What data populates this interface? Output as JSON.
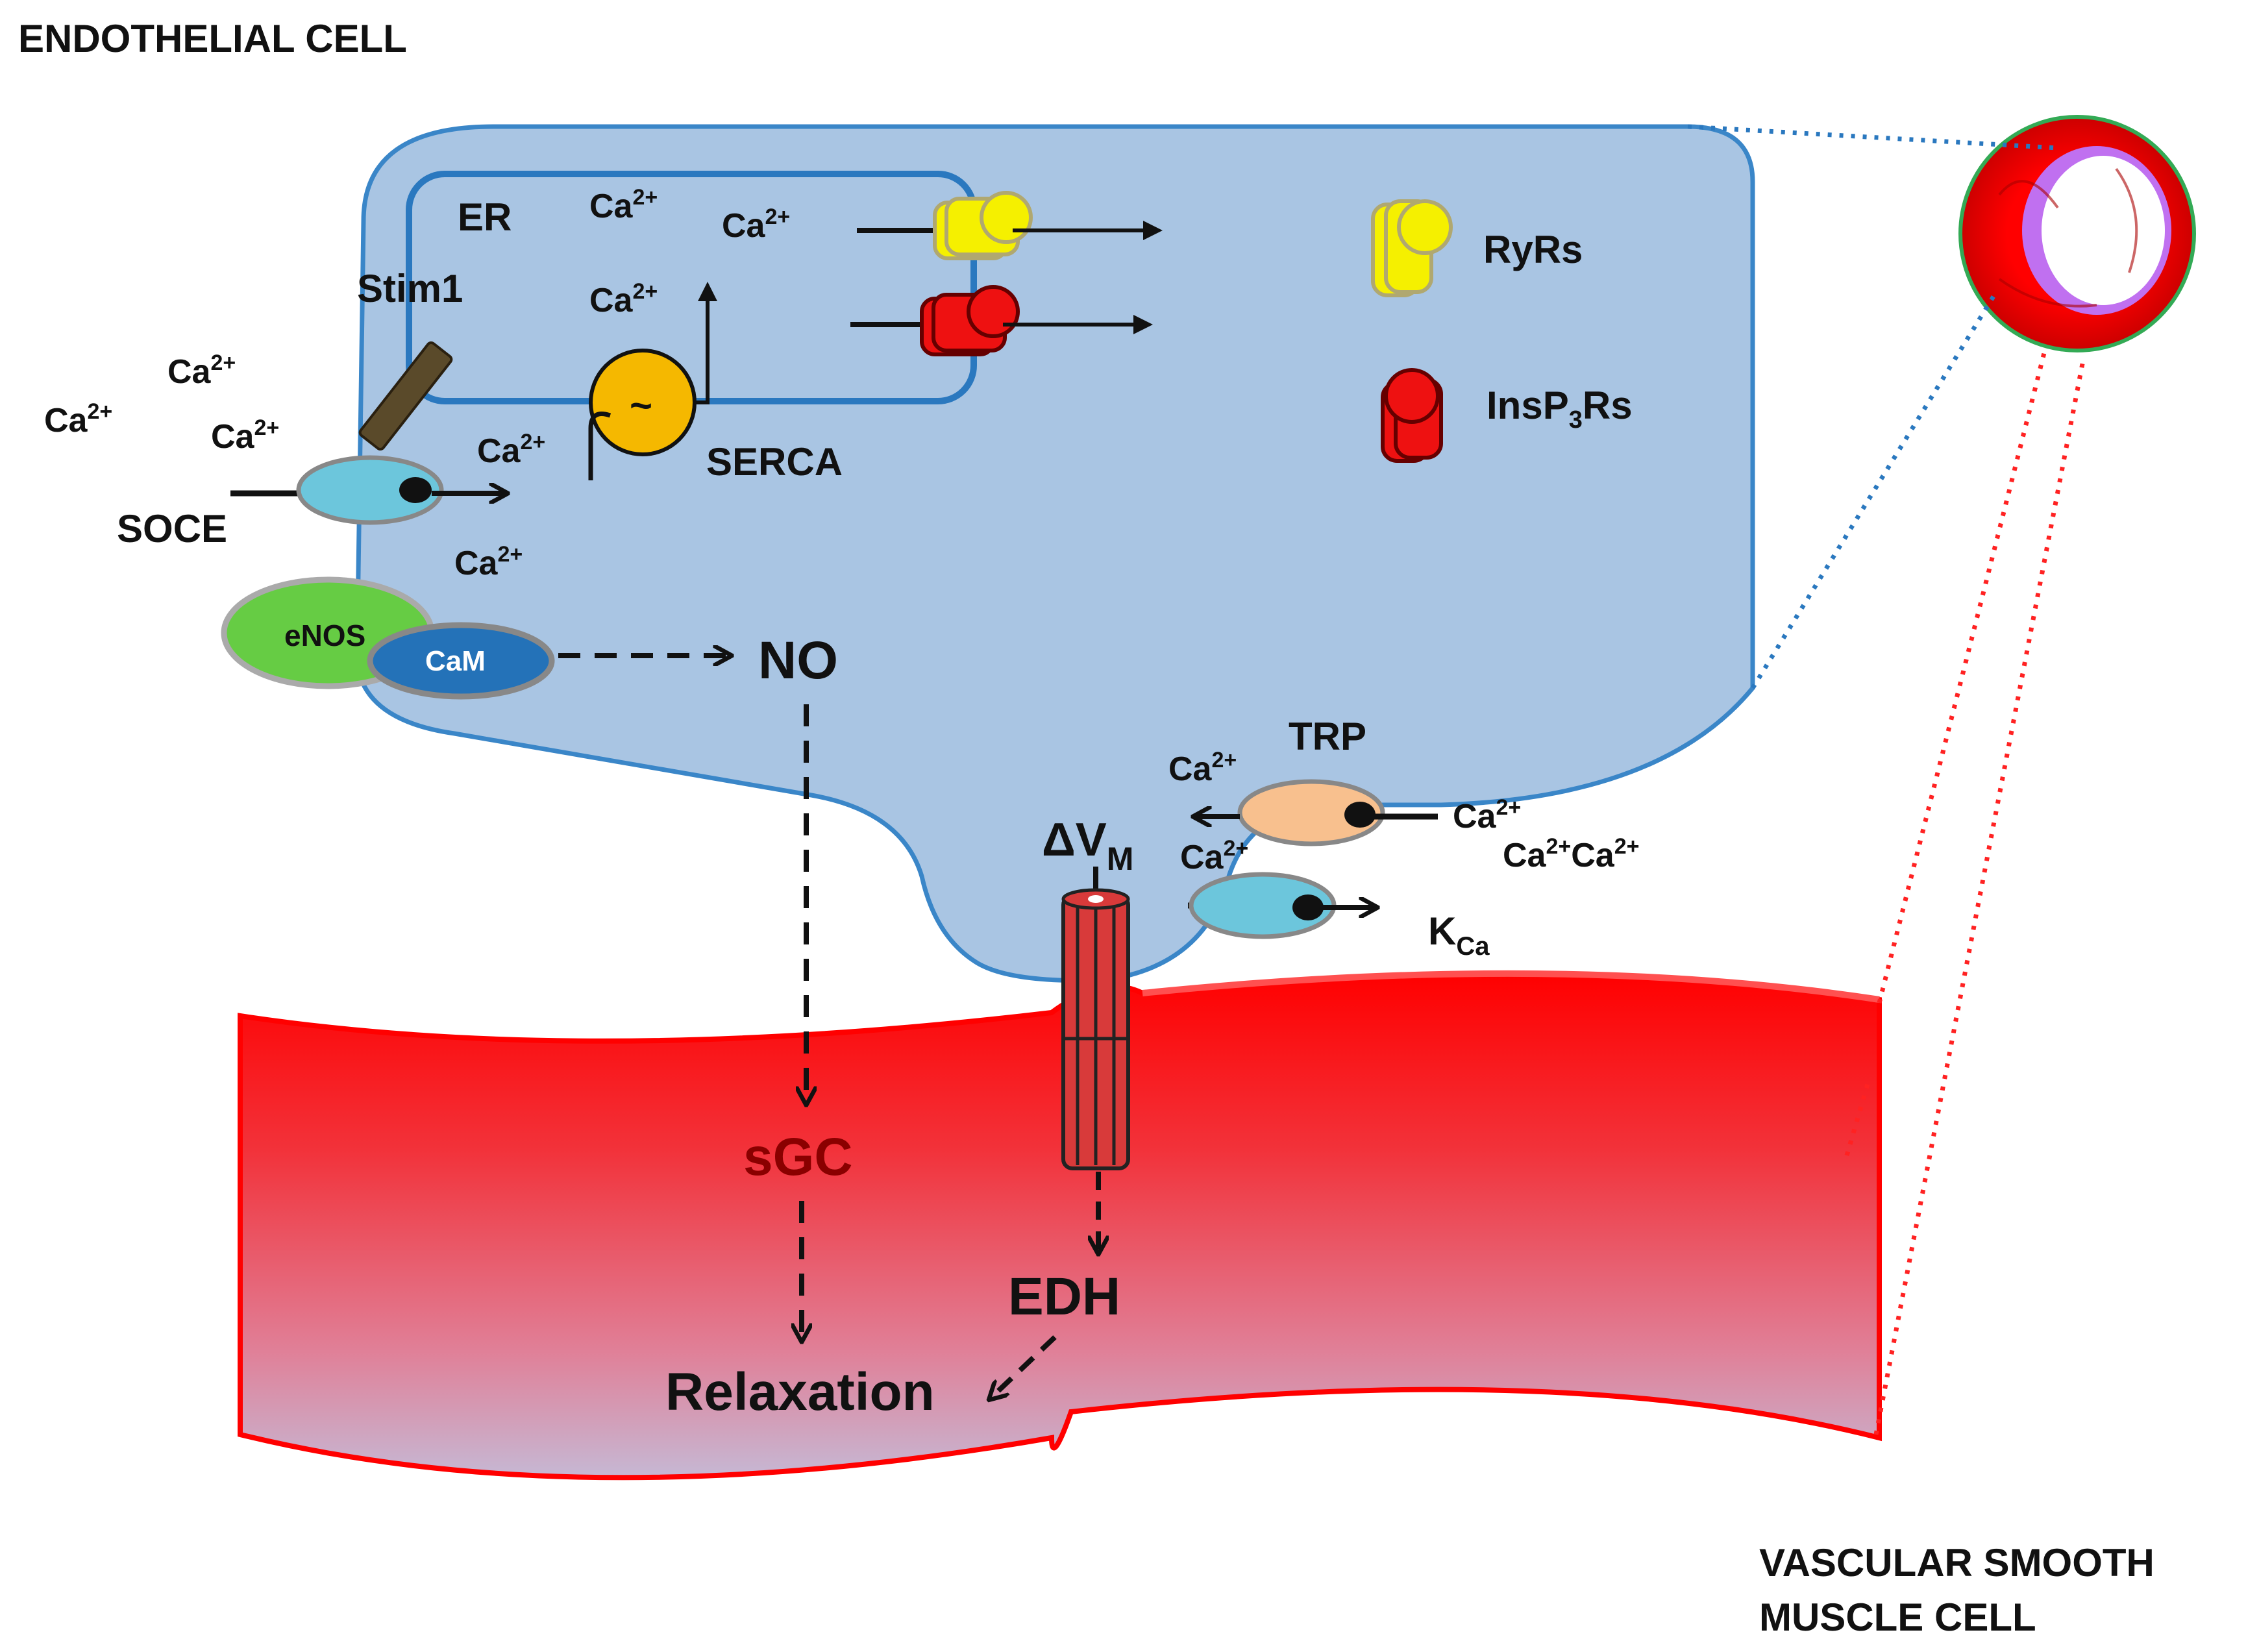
{
  "labels": {
    "endothelial_cell": "ENDOTHELIAL CELL",
    "vascular_smooth_muscle_line1": "VASCULAR SMOOTH",
    "vascular_smooth_muscle_line2": "MUSCLE CELL",
    "er": "ER",
    "stim1": "Stim1",
    "serca": "SERCA",
    "soce": "SOCE",
    "ryrs": "RyRs",
    "insp3rs_pre": "InsP",
    "insp3rs_sub": "3",
    "insp3rs_post": "Rs",
    "enos": "eNOS",
    "cam": "CaM",
    "no": "NO",
    "trp": "TRP",
    "delta_vm_main": "ΔV",
    "delta_vm_sub": "M",
    "kca_main": "K",
    "kca_sub": "Ca",
    "sgc": "sGC",
    "edh": "EDH",
    "relaxation": "Relaxation",
    "serca_symbol": "~"
  },
  "calcium": {
    "base": "Ca",
    "charge": "2+"
  },
  "colors": {
    "cell_fill": "#a9c5e3",
    "cell_stroke": "#3a86c8",
    "smooth_muscle_red": "#ff0000",
    "smooth_muscle_bottom": "#c6b8d4",
    "serca": "#f5b800",
    "ryr": "#f5f000",
    "insp3r": "#ee1111",
    "enos": "#66cc44",
    "cam": "#2472b8",
    "trp": "#f8c08e",
    "channel_blue": "#6cc6dc",
    "gap_junction": "#d83a3a",
    "purple": "#a050e0"
  }
}
